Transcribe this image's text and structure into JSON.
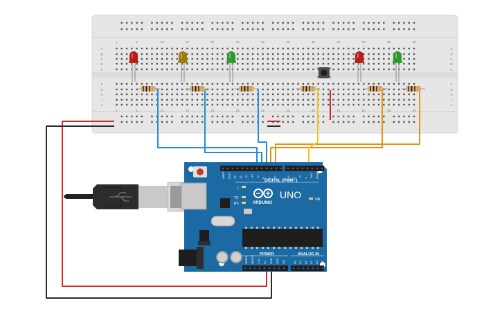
{
  "breadboard": {
    "column_numbers": [
      "1",
      "5",
      "10",
      "15",
      "20",
      "25",
      "30",
      "35",
      "40",
      "45",
      "50",
      "55",
      "60"
    ],
    "row_letters_top": [
      "A",
      "B",
      "C",
      "D",
      "E"
    ],
    "row_letters_bottom": [
      "F",
      "G",
      "H",
      "I",
      "J"
    ]
  },
  "components": {
    "leds": [
      {
        "name": "led-red-1",
        "color": "#b71c1c"
      },
      {
        "name": "led-yellow",
        "color": "#9a7d0a"
      },
      {
        "name": "led-green-1",
        "color": "#2e9a2e"
      },
      {
        "name": "led-red-2",
        "color": "#b71c1c"
      },
      {
        "name": "led-green-2",
        "color": "#2e9a2e"
      }
    ],
    "push_button": "push-button",
    "resistor_count": 6
  },
  "arduino": {
    "model": "UNO",
    "brand": "ARDUINO",
    "digital_label": "DIGITAL (PWM~)",
    "power_label": "POWER",
    "analog_label": "ANALOG IN",
    "on_label": "ON",
    "led_labels": [
      "L",
      "TX",
      "RX"
    ],
    "digital_pins": [
      "AREF",
      "GND",
      "13",
      "12",
      "~11",
      "~10",
      "~9",
      "8",
      "7",
      "~6",
      "~5",
      "4",
      "~3",
      "2",
      "TX▸1",
      "RX◂0"
    ],
    "power_pins": [
      "IOREF",
      "RESET",
      "3.3V",
      "5V",
      "GND",
      "GND",
      "Vin"
    ],
    "analog_pins": [
      "A0",
      "A1",
      "A2",
      "A3",
      "A4",
      "A5"
    ]
  },
  "wire_colors": {
    "red": "#d62424",
    "black": "#2a2a2a",
    "blue": "#1e8fd6",
    "orange": "#e8900f",
    "yellow": "#f2c618"
  }
}
